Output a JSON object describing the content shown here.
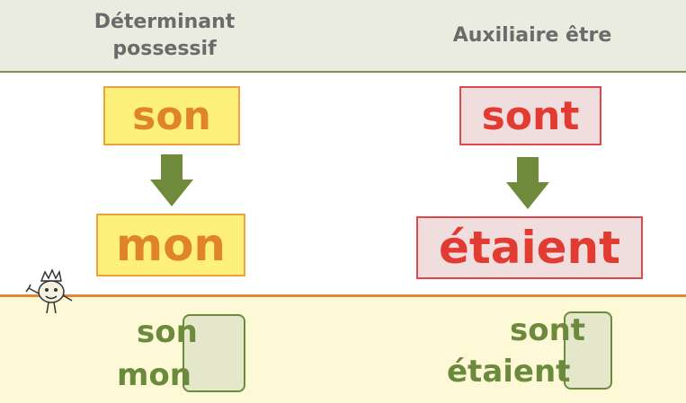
{
  "header": {
    "left_title_line1": "Déterminant",
    "left_title_line2": "possessif",
    "right_title": "Auxiliaire être"
  },
  "left_column": {
    "word_top": "son",
    "word_bottom": "mon",
    "arrow_icon": "down-arrow-icon"
  },
  "right_column": {
    "word_top": "sont",
    "word_bottom": "étaient",
    "arrow_icon": "down-arrow-icon"
  },
  "bottom": {
    "left_line1": "son",
    "left_line2": "mon",
    "right_line1": "sont",
    "right_line2": "étaient",
    "mascot_icon": "crowned-mascot-icon"
  },
  "colors": {
    "header_bg": "#e9ecdf",
    "accent_green": "#6c8a3c",
    "yellow_box": "#fdf17c",
    "orange_text": "#e0832a",
    "red_text": "#e23b32",
    "bottom_bg": "#fdf8d6"
  }
}
